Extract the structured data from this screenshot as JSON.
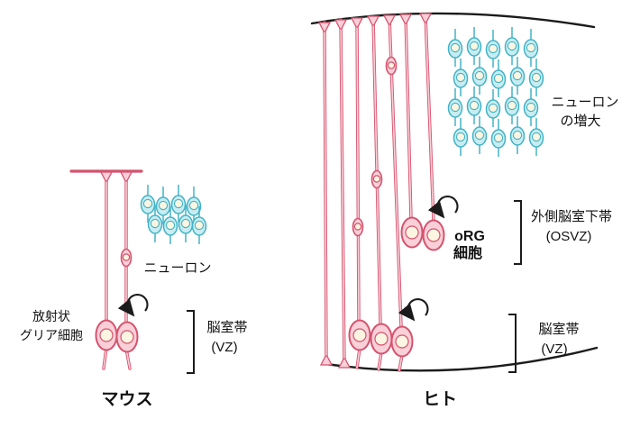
{
  "colors": {
    "pink_fill": "#f9cfd8",
    "pink_stroke": "#d5526d",
    "blue_fill": "#c7edf3",
    "blue_stroke": "#42b3c5",
    "nucleus_fill": "#fbf5e1",
    "line_dark": "#1b1b1b"
  },
  "mouse": {
    "title": "マウス",
    "neuron_label": "ニューロン",
    "radial_glia_line1": "放射状",
    "radial_glia_line2": "グリア細胞",
    "vz_line1": "脳室帯",
    "vz_line2": "(VZ)"
  },
  "human": {
    "title": "ヒト",
    "neuron_increase_line1": "ニューロン",
    "neuron_increase_line2": "の増大",
    "org_line1": "oRG",
    "org_line2": "細胞",
    "osvz_line1": "外側脳室下帯",
    "osvz_line2": "(OSVZ)",
    "vz_line1": "脳室帯",
    "vz_line2": "(VZ)"
  }
}
